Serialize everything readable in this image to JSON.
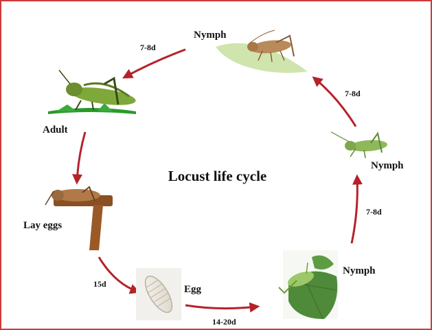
{
  "title": "Locust life cycle",
  "colors": {
    "arrow": "#b5222a",
    "border": "#cc3a3a",
    "leaf": "#6ea84a",
    "body_green": "#7fa83a",
    "body_brown": "#9a6a3c"
  },
  "stages": [
    {
      "label": "Nymph"
    },
    {
      "label": "Adult"
    },
    {
      "label": "Lay eggs"
    },
    {
      "label": "Egg"
    },
    {
      "label": "Nymph"
    },
    {
      "label": "Nymph"
    }
  ],
  "durations": [
    {
      "label": "7-8d"
    },
    {
      "label": "15d"
    },
    {
      "label": "14-20d"
    },
    {
      "label": "7-8d"
    },
    {
      "label": "7-8d"
    }
  ]
}
